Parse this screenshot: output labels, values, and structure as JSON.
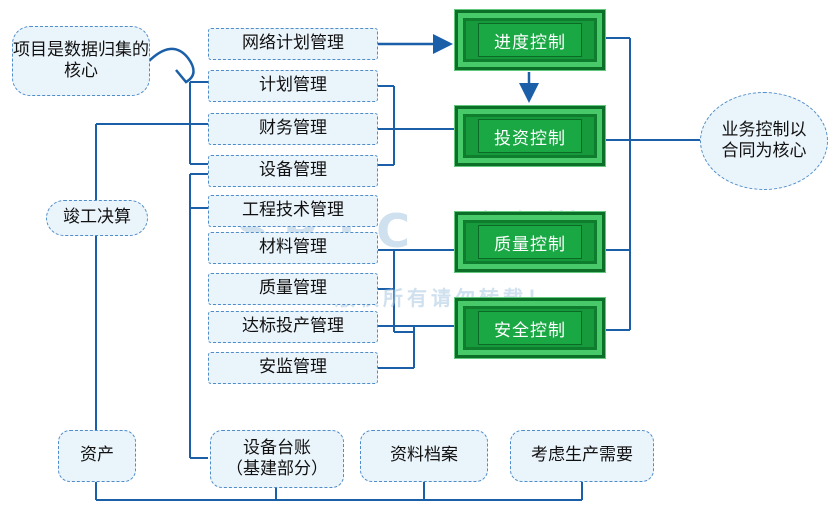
{
  "bubbles": {
    "core_project": "项目是数据归集的核心",
    "final_accounts": "竣工决算",
    "core_business": "业务控制以合同为核心"
  },
  "management": [
    "网络计划管理",
    "计划管理",
    "财务管理",
    "设备管理",
    "工程技术管理",
    "材料管理",
    "质量管理",
    "达标投产管理",
    "安监管理"
  ],
  "controls": [
    "进度控制",
    "投资控制",
    "质量控制",
    "安全控制"
  ],
  "bottom": {
    "assets": "资产",
    "ledger_line1": "设备台账",
    "ledger_line2": "（基建部分）",
    "archives": "资料档案",
    "production": "考虑生产需要"
  },
  "watermark": {
    "brand": "数涂科技",
    "notice": "版权所有请勿转载！"
  },
  "colors": {
    "line": "#1a5fa8",
    "box_fill": "#eaf4fb",
    "box_border": "#4f8cc9",
    "control_fill": "#1aa844"
  }
}
